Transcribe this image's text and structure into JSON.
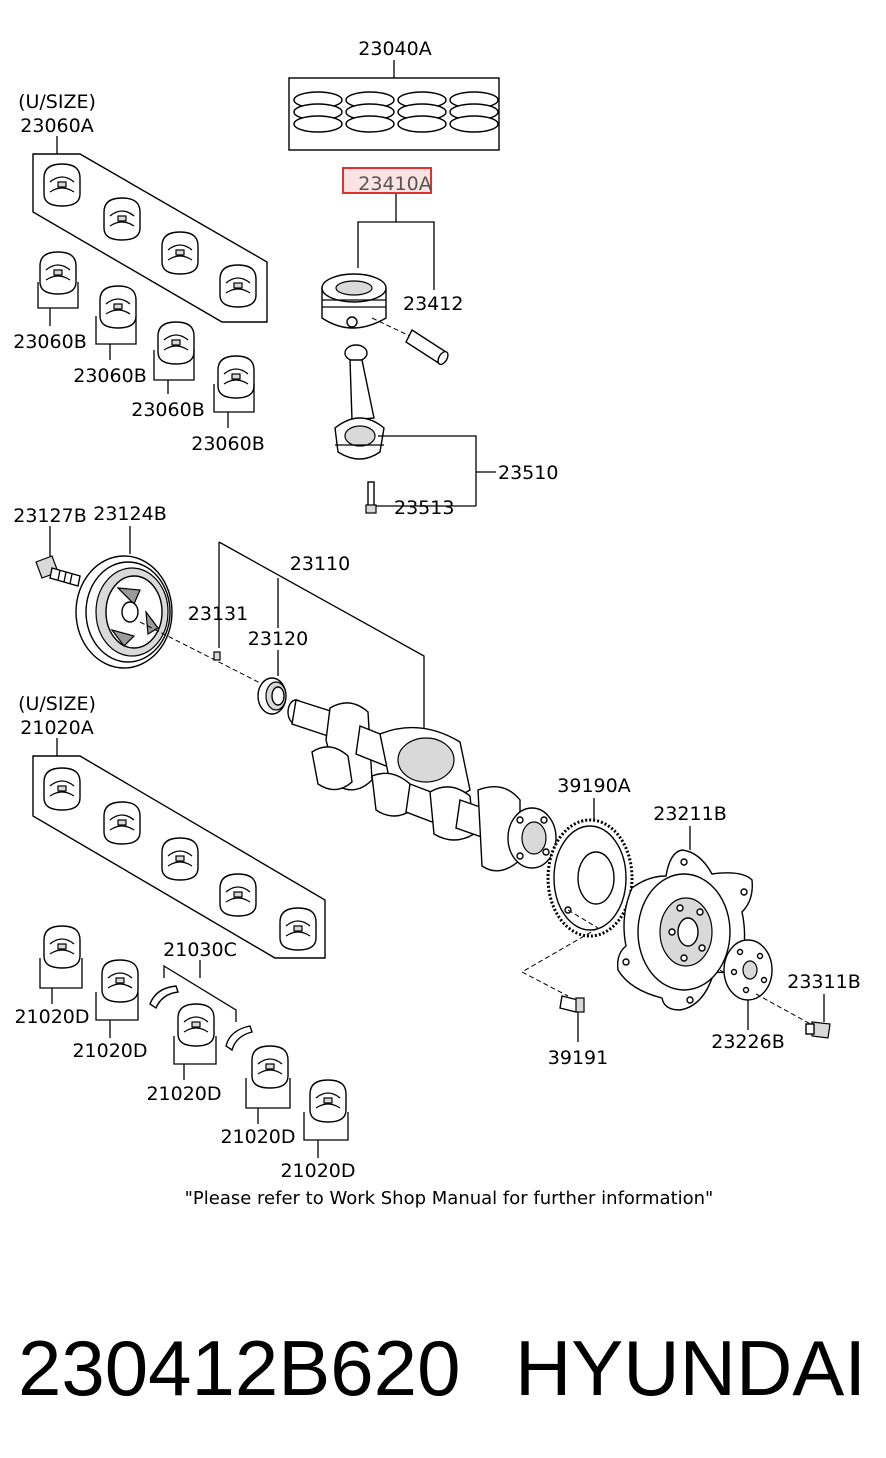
{
  "labels": {
    "p23040A": "23040A",
    "usize_top": "(U/SIZE)",
    "p23060A": "23060A",
    "p23410A": "23410A",
    "p23412": "23412",
    "p23060B_1": "23060B",
    "p23060B_2": "23060B",
    "p23060B_3": "23060B",
    "p23060B_4": "23060B",
    "p23510": "23510",
    "p23513": "23513",
    "p23127B": "23127B",
    "p23124B": "23124B",
    "p23110": "23110",
    "p23131": "23131",
    "p23120": "23120",
    "usize_bottom": "(U/SIZE)",
    "p21020A": "21020A",
    "p39190A": "39190A",
    "p23211B": "23211B",
    "p21030C": "21030C",
    "p23311B": "23311B",
    "p21020D_1": "21020D",
    "p21020D_2": "21020D",
    "p21020D_3": "21020D",
    "p21020D_4": "21020D",
    "p21020D_5": "21020D",
    "p39191": "39191",
    "p23226B": "23226B"
  },
  "note": "\"Please refer to Work Shop Manual for further information\"",
  "footer": {
    "part_number": "230412B620",
    "brand": "HYUNDAI"
  },
  "highlight_color": "#e03030"
}
